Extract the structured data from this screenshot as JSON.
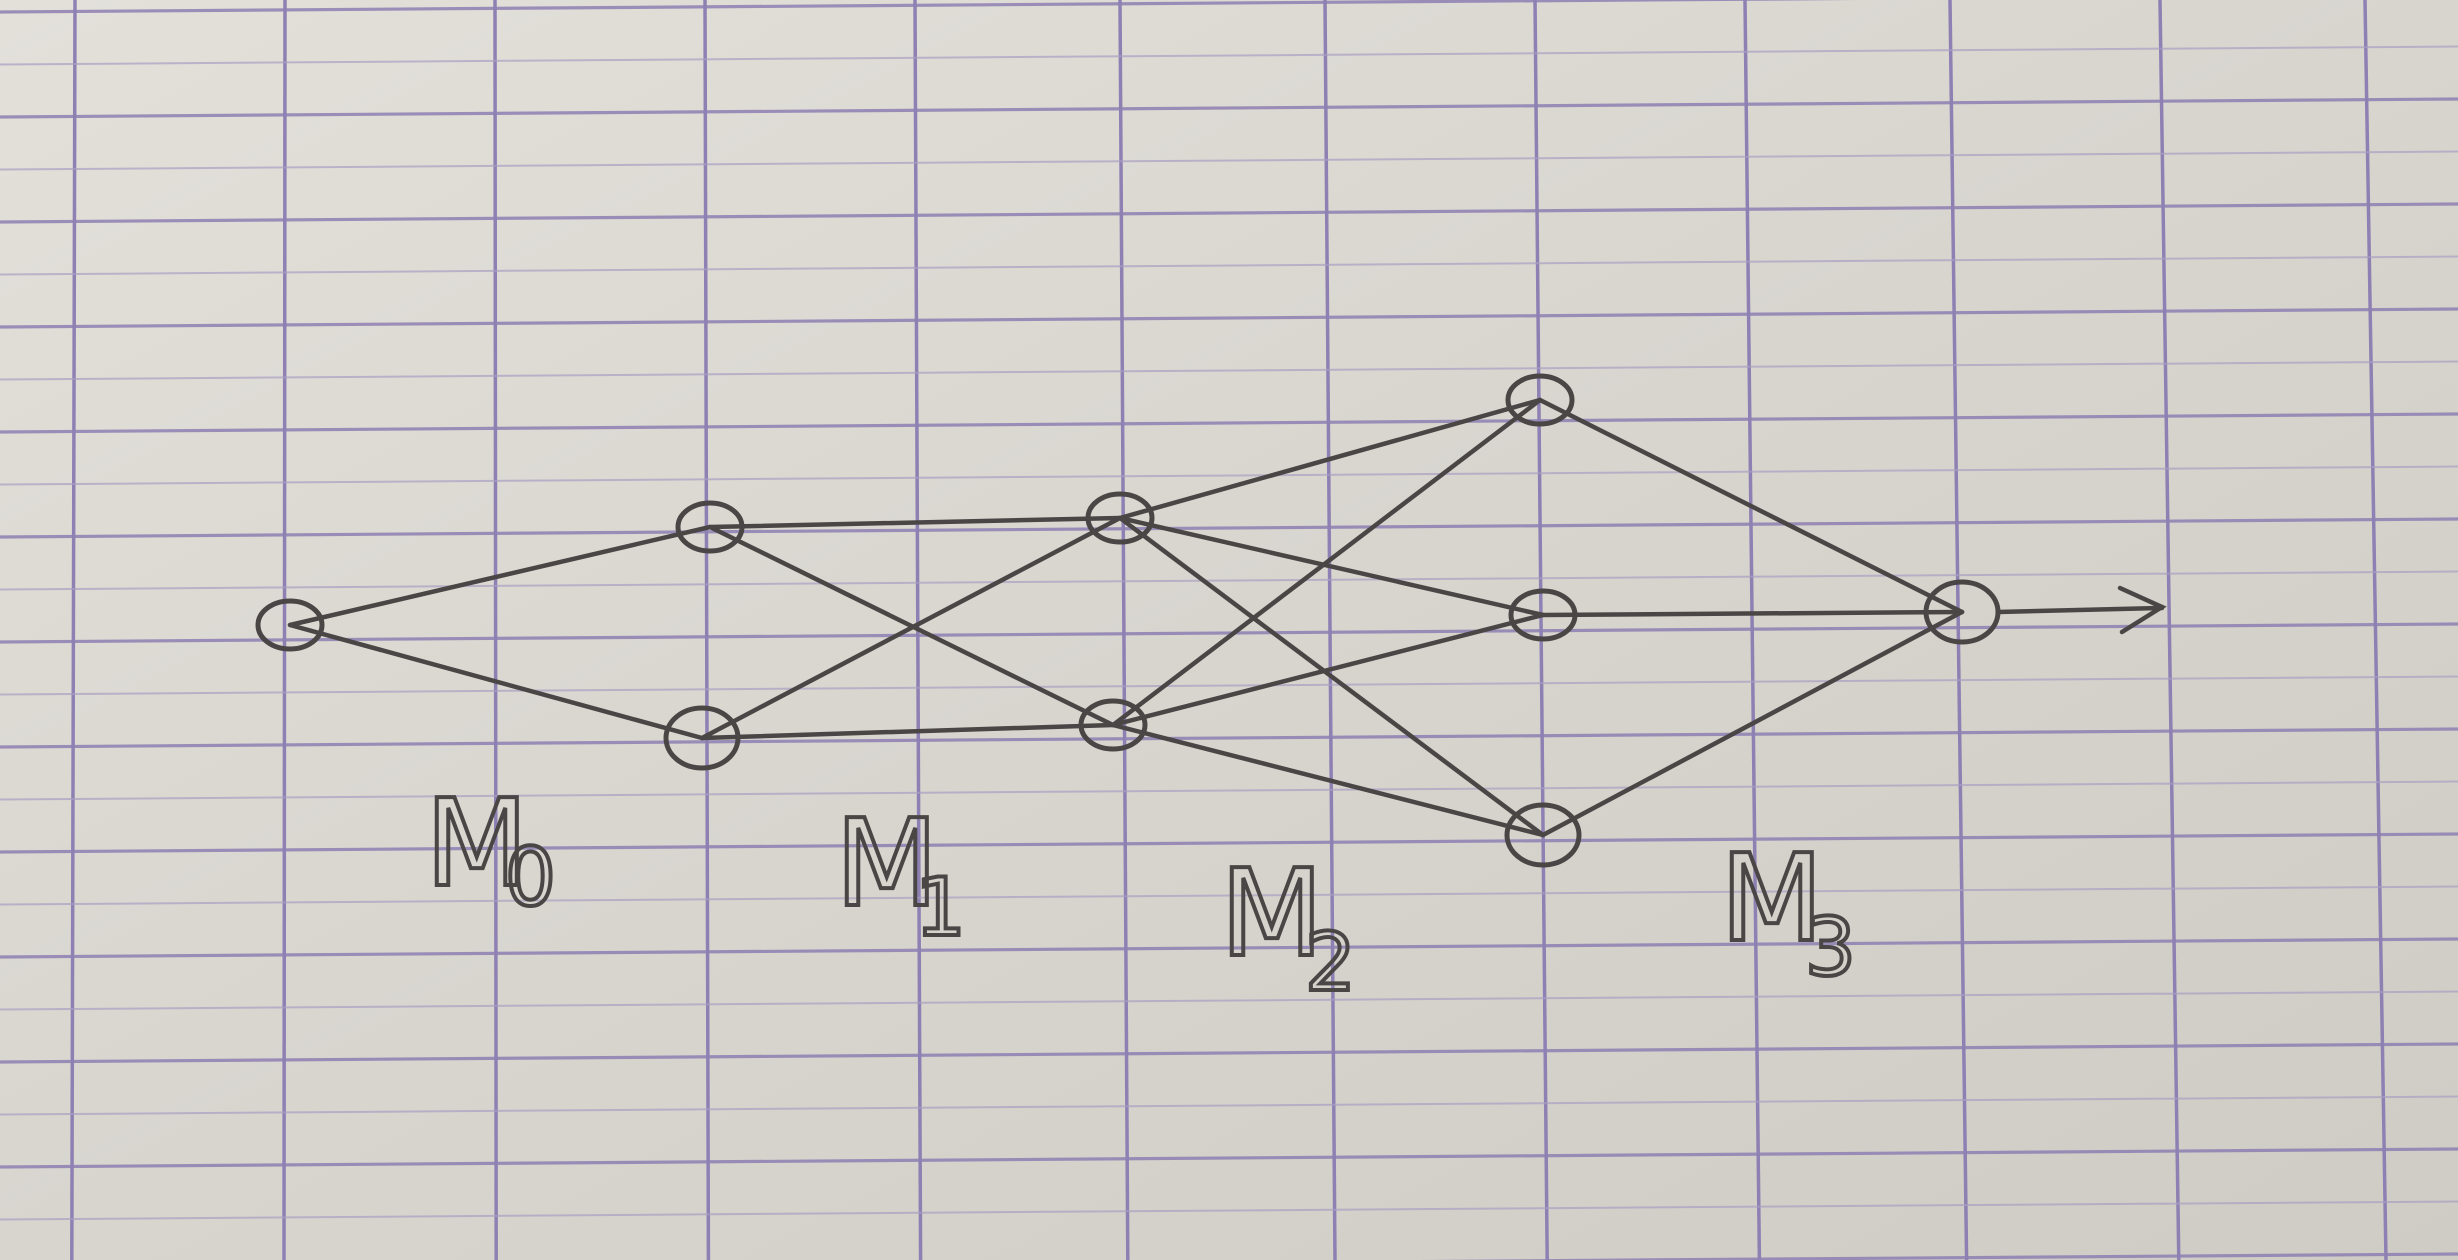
{
  "colors": {
    "paper": "#d8d5cf",
    "paper_shadow": "#cbc8c2",
    "grid_major": "#8e80b3",
    "grid_minor": "#a9a0c2",
    "ink": "#4a4645"
  },
  "labels": [
    {
      "id": "m0",
      "main": "M",
      "sub": "0"
    },
    {
      "id": "m1",
      "main": "M",
      "sub": "1"
    },
    {
      "id": "m2",
      "main": "M",
      "sub": "2"
    },
    {
      "id": "m3",
      "main": "M",
      "sub": "3"
    }
  ],
  "nodes": [
    {
      "id": "s"
    },
    {
      "id": "a1"
    },
    {
      "id": "a2"
    },
    {
      "id": "b1"
    },
    {
      "id": "b2"
    },
    {
      "id": "c1"
    },
    {
      "id": "c2"
    },
    {
      "id": "c3"
    },
    {
      "id": "t"
    }
  ],
  "edges": [
    [
      "s",
      "a1"
    ],
    [
      "s",
      "a2"
    ],
    [
      "a1",
      "b1"
    ],
    [
      "a1",
      "b2"
    ],
    [
      "a2",
      "b1"
    ],
    [
      "a2",
      "b2"
    ],
    [
      "b1",
      "c1"
    ],
    [
      "b1",
      "c2"
    ],
    [
      "b1",
      "c3"
    ],
    [
      "b2",
      "c1"
    ],
    [
      "b2",
      "c2"
    ],
    [
      "b2",
      "c3"
    ],
    [
      "c1",
      "t"
    ],
    [
      "c2",
      "t"
    ],
    [
      "c3",
      "t"
    ]
  ],
  "output_arrow": {
    "from": "t"
  }
}
